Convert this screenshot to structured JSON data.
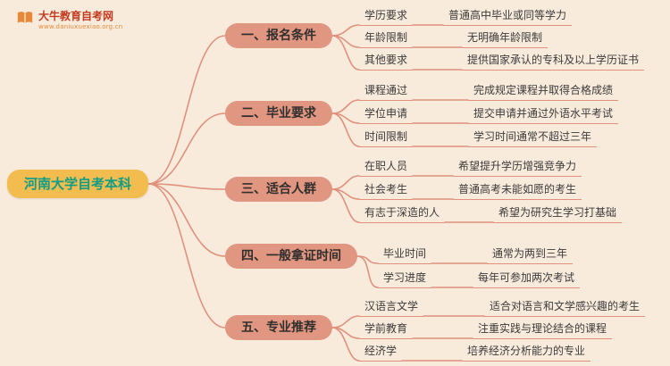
{
  "colors": {
    "background": "#f8ebdc",
    "root_bg": "#f2bd4e",
    "root_text": "#129c86",
    "branch_bg": "#e09680",
    "line": "#e0907c",
    "logo_red": "#c23a20",
    "logo_orange": "#e8893a"
  },
  "logo": {
    "title": "大牛教育自考网",
    "url": "www.daniuxuexiao.org.cn"
  },
  "root": {
    "label": "河南大学自考本科"
  },
  "branches": [
    {
      "label": "一、报名条件",
      "children": [
        {
          "label": "学历要求",
          "leaf": "普通高中毕业或同等学力"
        },
        {
          "label": "年龄限制",
          "leaf": "无明确年龄限制"
        },
        {
          "label": "其他要求",
          "leaf": "提供国家承认的专科及以上学历证书"
        }
      ]
    },
    {
      "label": "二、毕业要求",
      "children": [
        {
          "label": "课程通过",
          "leaf": "完成规定课程并取得合格成绩"
        },
        {
          "label": "学位申请",
          "leaf": "提交申请并通过外语水平考试"
        },
        {
          "label": "时间限制",
          "leaf": "学习时间通常不超过三年"
        }
      ]
    },
    {
      "label": "三、适合人群",
      "children": [
        {
          "label": "在职人员",
          "leaf": "希望提升学历增强竞争力"
        },
        {
          "label": "社会考生",
          "leaf": "普通高考未能如愿的考生"
        },
        {
          "label": "有志于深造的人",
          "leaf": "希望为研究生学习打基础"
        }
      ]
    },
    {
      "label": "四、一般拿证时间",
      "children": [
        {
          "label": "毕业时间",
          "leaf": "通常为两到三年"
        },
        {
          "label": "学习进度",
          "leaf": "每年可参加两次考试"
        }
      ]
    },
    {
      "label": "五、专业推荐",
      "children": [
        {
          "label": "汉语言文学",
          "leaf": "适合对语言和文学感兴趣的考生"
        },
        {
          "label": "学前教育",
          "leaf": "注重实践与理论结合的课程"
        },
        {
          "label": "经济学",
          "leaf": "培养经济分析能力的专业"
        }
      ]
    }
  ]
}
